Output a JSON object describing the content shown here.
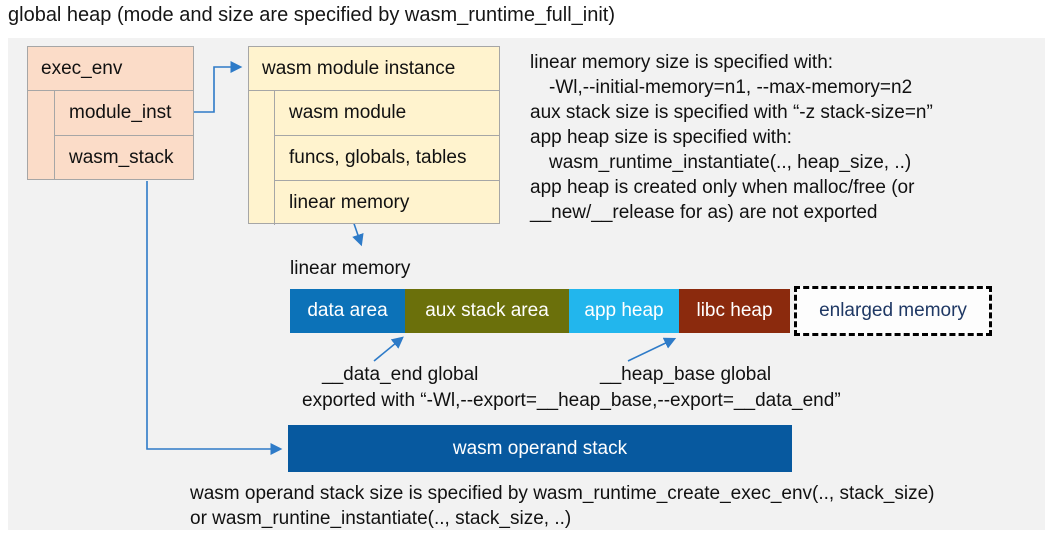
{
  "title": "global heap (mode and size are specified by wasm_runtime_full_init)",
  "exec_env": {
    "header": "exec_env",
    "rows": [
      "module_inst",
      "wasm_stack"
    ]
  },
  "module_instance": {
    "header": "wasm module instance",
    "rows": [
      "wasm module",
      "funcs, globals, tables",
      "linear memory"
    ]
  },
  "notes_right": {
    "lines": [
      {
        "text": "linear memory size is specified with:",
        "indent": false
      },
      {
        "text": "-Wl,--initial-memory=n1, --max-memory=n2",
        "indent": true
      },
      {
        "text": "aux stack size is specified with “-z stack-size=n”",
        "indent": false
      },
      {
        "text": "app heap size is specified with:",
        "indent": false
      },
      {
        "text": "wasm_runtime_instantiate(.., heap_size, ..)",
        "indent": true
      },
      {
        "text": "app heap is created only when malloc/free (or",
        "indent": false
      },
      {
        "text": "__new/__release for as) are not exported",
        "indent": false
      }
    ]
  },
  "linear_memory": {
    "label": "linear memory",
    "segments": [
      {
        "label": "data area",
        "color": "#0c72b8"
      },
      {
        "label": "aux stack area",
        "color": "#6b700b"
      },
      {
        "label": "app heap",
        "color": "#22b6ed"
      },
      {
        "label": "libc heap",
        "color": "#8b2a0d"
      }
    ],
    "enlarged": {
      "label": "enlarged memory",
      "text_color": "#1f3864"
    }
  },
  "annotations": {
    "data_end": "__data_end global",
    "heap_base": "__heap_base global",
    "exported": "exported with “-Wl,--export=__heap_base,--export=__data_end”"
  },
  "operand_stack": {
    "label": "wasm operand stack",
    "color": "#07599f"
  },
  "bottom_notes": {
    "lines": [
      "wasm operand stack size is specified by wasm_runtime_create_exec_env(.., stack_size)",
      "or wasm_runtine_instantiate(.., stack_size, ..)"
    ]
  },
  "colors": {
    "panel_background": "#f2f2f2",
    "struct_pink": "#fbdcc8",
    "struct_yellow": "#fff3ce",
    "struct_border": "#a6a6a6",
    "arrow_blue": "#2e7bc8",
    "operand_stack_blue": "#07599f",
    "enlarged_text_navy": "#1f3864"
  }
}
